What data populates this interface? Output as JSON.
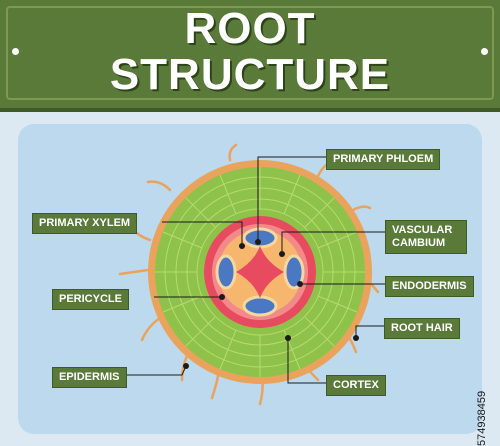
{
  "title": {
    "line1": "ROOT",
    "line2": "STRUCTURE"
  },
  "labels": {
    "primary_phloem": "PRIMARY PHLOEM",
    "primary_xylem": "PRIMARY XYLEM",
    "vascular_cambium_1": "VASCULAR",
    "vascular_cambium_2": "CAMBIUM",
    "pericycle": "PERICYCLE",
    "endodermis": "ENDODERMIS",
    "root_hair": "ROOT HAIR",
    "epidermis": "EPIDERMIS",
    "cortex": "CORTEX"
  },
  "stock_id": "574938459",
  "colors": {
    "banner": "#5a7a3a",
    "label_bg": "#5a7a3a",
    "panel": "#bcd9ee",
    "epidermis": "#e9a35c",
    "cortex": "#8fc24a",
    "endodermis": "#e84a5f",
    "xylem": "#f5d7a1",
    "phloem": "#4a78c2"
  }
}
